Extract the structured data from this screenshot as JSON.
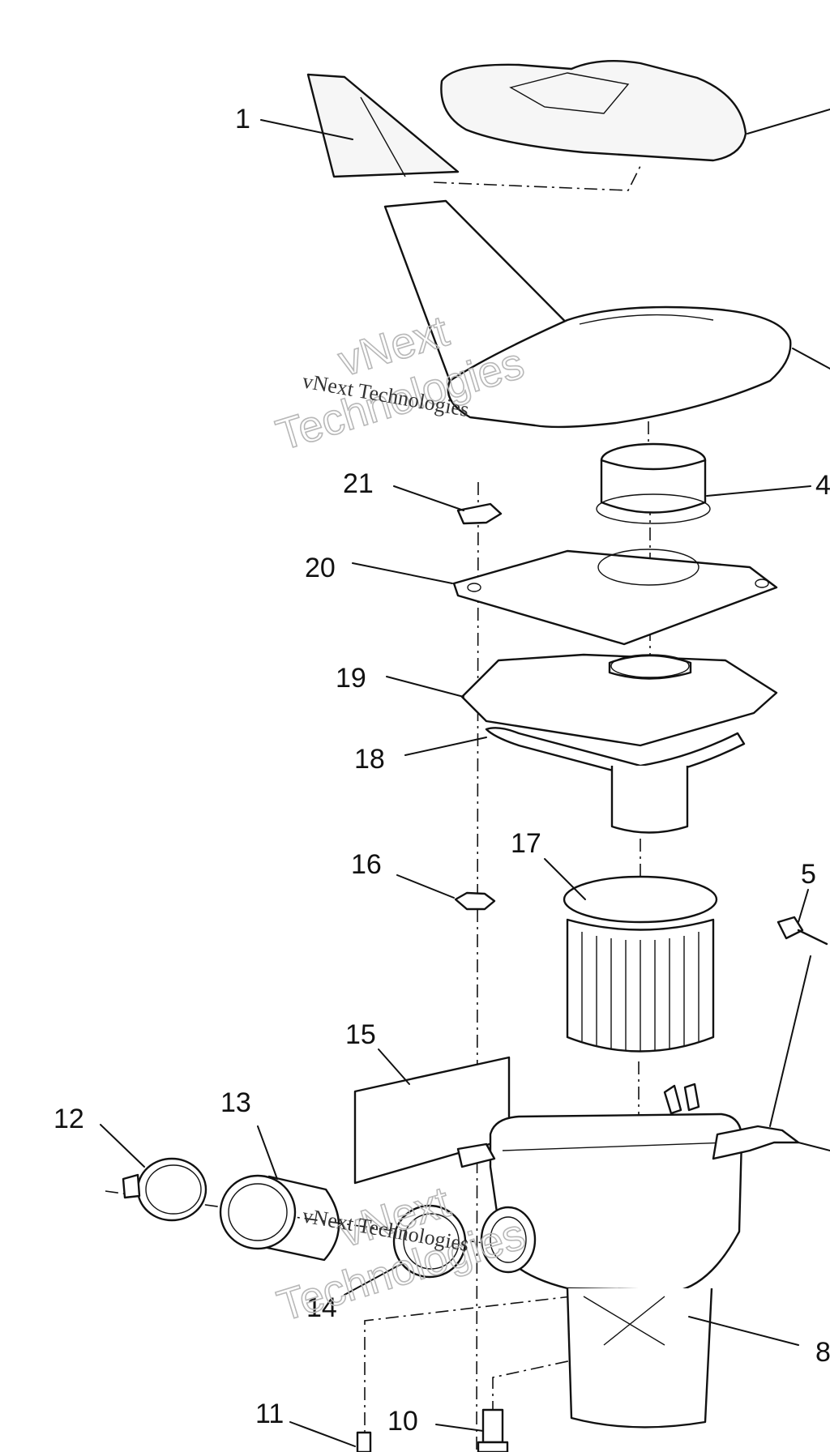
{
  "callouts": {
    "c1": "1",
    "c4": "4",
    "c5": "5",
    "c8": "8",
    "c10": "10",
    "c11": "11",
    "c12": "12",
    "c13": "13",
    "c14": "14",
    "c15": "15",
    "c16": "16",
    "c17": "17",
    "c18": "18",
    "c19": "19",
    "c20": "20",
    "c21": "21"
  },
  "watermark": {
    "small_text": "vNext Technologies",
    "big_line1": "vNext",
    "big_line2": "Technologies"
  },
  "colors": {
    "ink": "#111111",
    "background": "#ffffff",
    "watermark_outline": "#b8b8b8"
  }
}
